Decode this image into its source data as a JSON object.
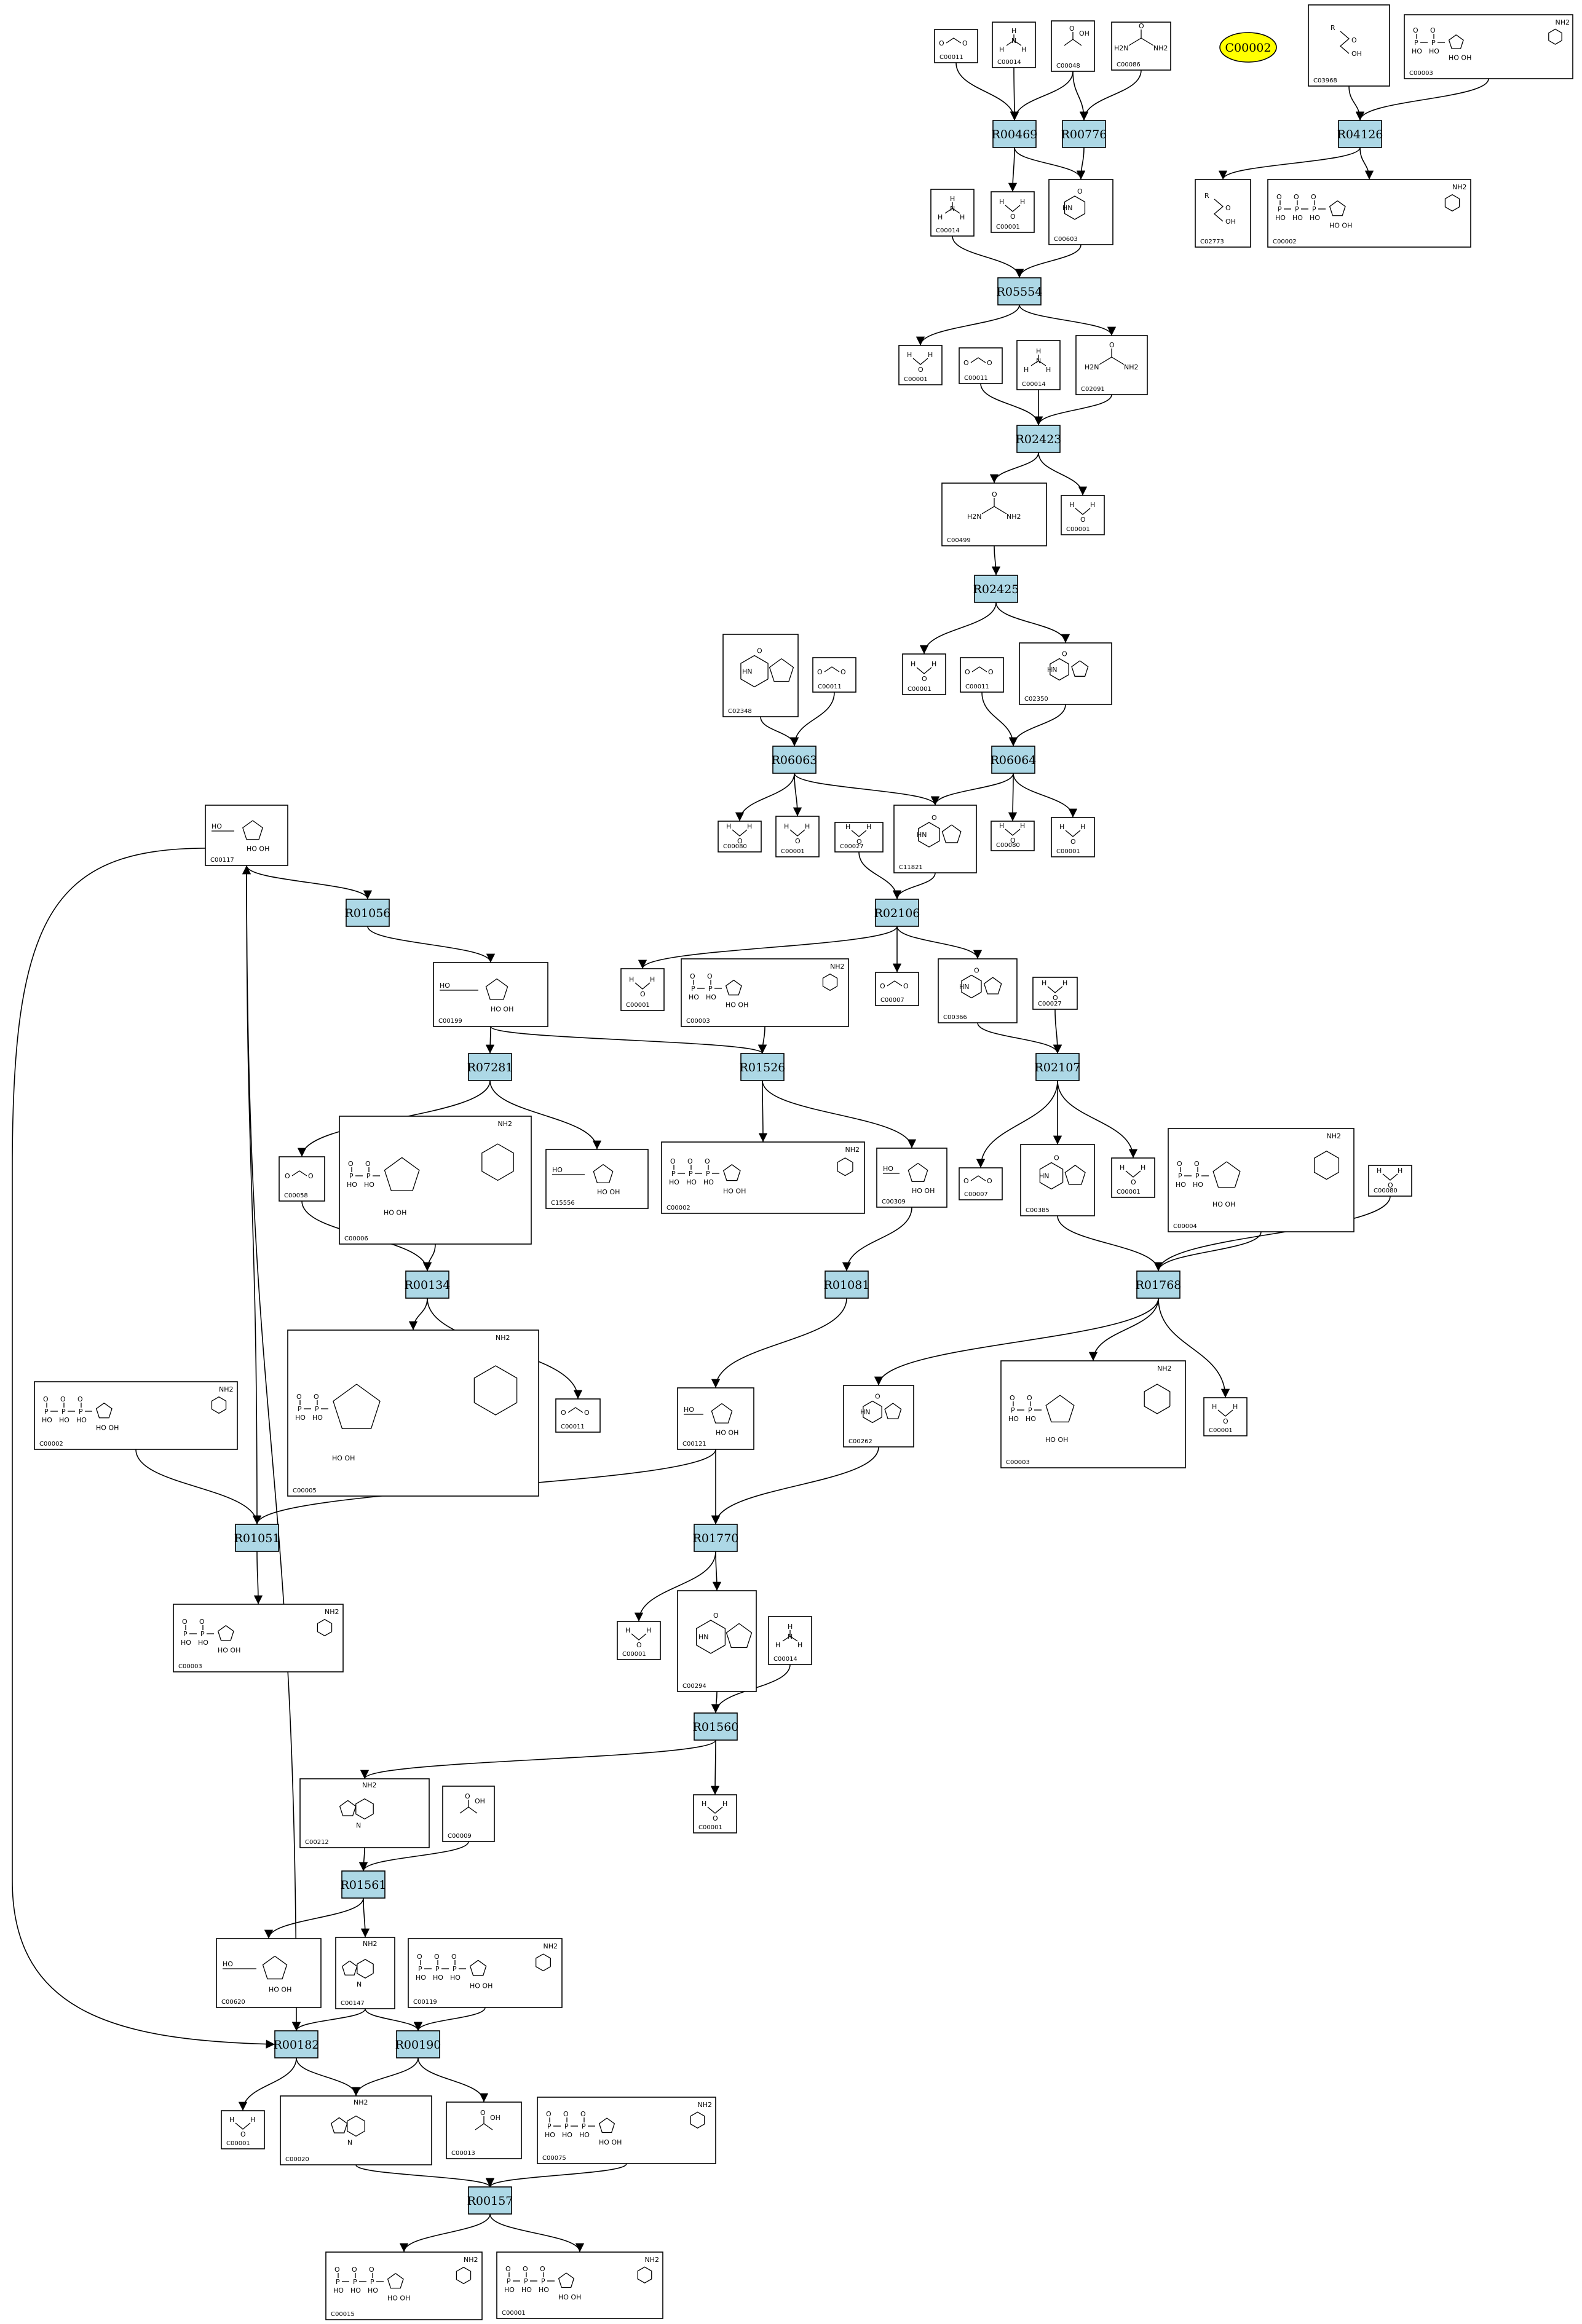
{
  "highlight": {
    "id": "C00002",
    "fill": "#ffff00"
  },
  "colors": {
    "reaction_fill": "#add8e6",
    "compound_fill": "#ffffff",
    "stroke": "#000000"
  },
  "reactions": [
    "R00469",
    "R00776",
    "R04126",
    "R05554",
    "R02423",
    "R02425",
    "R06063",
    "R06064",
    "R01056",
    "R02106",
    "R07281",
    "R01526",
    "R02107",
    "R00134",
    "R01081",
    "R01768",
    "R01051",
    "R01770",
    "R01560",
    "R01561",
    "R00182",
    "R00190",
    "R00157"
  ],
  "compounds": [
    "C00011",
    "C00014",
    "C00048",
    "C00086",
    "C03968",
    "C00003",
    "C00014",
    "C00001",
    "C00603",
    "C02773",
    "C00002",
    "C00001",
    "C00011",
    "C00014",
    "C02091",
    "C00499",
    "C00001",
    "C02348",
    "C00011",
    "C00001",
    "C00011",
    "C02350",
    "C00117",
    "C00080",
    "C00001",
    "C00027",
    "C11821",
    "C00080",
    "C00001",
    "C00001",
    "C00003",
    "C00007",
    "C00366",
    "C00027",
    "C00199",
    "C00058",
    "C00006",
    "C15556",
    "C00002",
    "C00309",
    "C00007",
    "C00385",
    "C00001",
    "C00004",
    "C00080",
    "C00005",
    "C00011",
    "C00002",
    "C00121",
    "C00262",
    "C00003",
    "C00001",
    "C00003",
    "C00001",
    "C00294",
    "C00014",
    "C00001",
    "C00212",
    "C00009",
    "C00620",
    "C00147",
    "C00119",
    "C00001",
    "C00020",
    "C00013",
    "C00075",
    "C00015",
    "C00001"
  ]
}
